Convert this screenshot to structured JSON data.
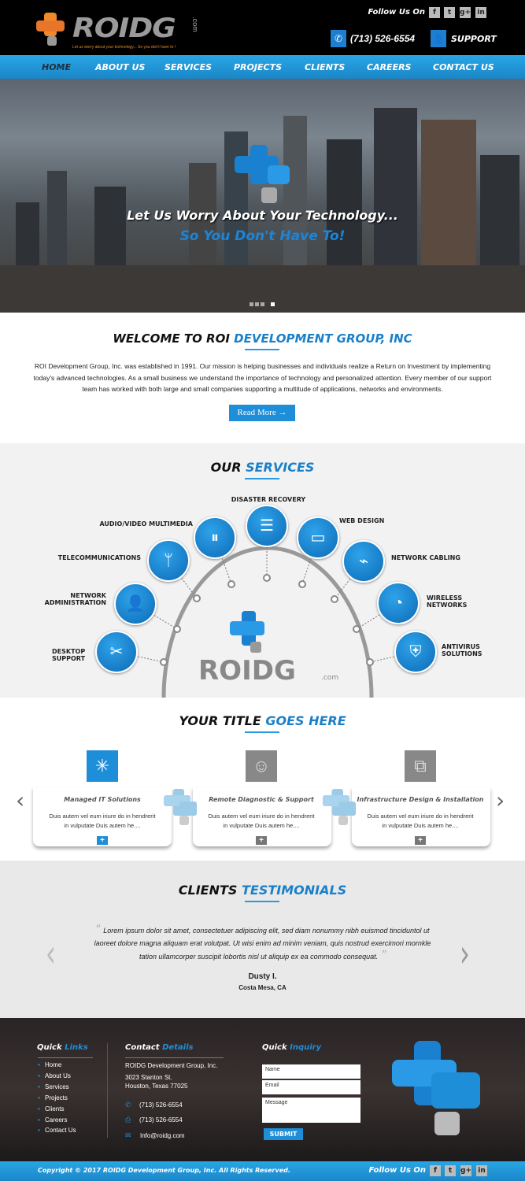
{
  "header": {
    "logo_text": "ROIDG",
    "logo_dotcom": ".com",
    "logo_tagline": "Let us worry about your technology... So you don't have to !",
    "follow_label": "Follow Us On",
    "social": [
      "f",
      "t",
      "g+",
      "in"
    ],
    "phone": "(713) 526-6554",
    "support": "SUPPORT"
  },
  "nav": {
    "items": [
      "HOME",
      "ABOUT US",
      "SERVICES",
      "PROJECTS",
      "CLIENTS",
      "CAREERS",
      "CONTACT  US"
    ],
    "active": "HOME"
  },
  "hero": {
    "line1": "Let Us Worry About Your Technology...",
    "line2": "So You Don't Have To!",
    "slides": 4,
    "active_slide": 4
  },
  "welcome": {
    "title_a": "WELCOME TO ROI",
    "title_b": "DEVELOPMENT GROUP, INC",
    "text": "ROI Development Group, Inc. was established in 1991. Our mission is helping businesses and individuals realize a Return on Investment by implementing today's advanced technologies. As a small business we understand the importance of technology and personalized attention.  Every member of our support team has worked with both large and small companies supporting a multitude of applications, networks and environments.",
    "button": "Read More →"
  },
  "services": {
    "title_a": "OUR",
    "title_b": "SERVICES",
    "center_logo": "ROIDG.com",
    "items": [
      {
        "label": "DESKTOP SUPPORT",
        "icon": "desktop-tools-icon"
      },
      {
        "label": "NETWORK ADMINISTRATION",
        "icon": "admin-user-icon"
      },
      {
        "label": "TELECOMMUNICATIONS",
        "icon": "antenna-icon"
      },
      {
        "label": "AUDIO/VIDEO MULTIMEDIA",
        "icon": "pause-icon"
      },
      {
        "label": "DISASTER RECOVERY",
        "icon": "server-icon"
      },
      {
        "label": "WEB DESIGN",
        "icon": "devices-icon"
      },
      {
        "label": "NETWORK CABLING",
        "icon": "cable-icon"
      },
      {
        "label": "WIRELESS NETWORKS",
        "icon": "router-icon"
      },
      {
        "label": "ANTIVIRUS SOLUTIONS",
        "icon": "shield-icon"
      }
    ]
  },
  "features": {
    "title_a": "YOUR TITLE",
    "title_b": "GOES HERE",
    "cards": [
      {
        "title": "Managed IT Solutions",
        "text": "Duis autem vel eum iriure do in hendrerit in vulputate Duis autem he....",
        "icon": "network-icon",
        "color": "#1f8ed8"
      },
      {
        "title": "Remote Diagnostic & Support",
        "text": "Duis autem vel eum iriure do in hendrerit in vulputate Duis autem he....",
        "icon": "support-agent-icon",
        "color": "#777777"
      },
      {
        "title": "Infrastructure Design & Installation",
        "text": "Duis autem vel eum iriure do in hendrerit in vulputate Duis autem he....",
        "icon": "puzzle-icon",
        "color": "#777777"
      }
    ],
    "plus": "+"
  },
  "testimonials": {
    "title_a": "CLIENTS",
    "title_b": "TESTIMONIALS",
    "quote": "Lorem ipsum dolor sit amet, consectetuer adipiscing elit, sed diam nonummy nibh euismod tinciduntol ut laoreet dolore magna aliquam erat volutpat. Ut wisi enim ad minim veniam, quis nostrud exercimori mornkle tation ullamcorper suscipit lobortis nisl ut aliquip ex ea commodo consequat.",
    "name": "Dusty I.",
    "location": "Costa Mesa, CA"
  },
  "footer": {
    "links_title_a": "Quick",
    "links_title_b": "Links",
    "links": [
      "Home",
      "About Us",
      "Services",
      "Projects",
      "Clients",
      "Careers",
      "Contact Us"
    ],
    "contact_title_a": "Contact",
    "contact_title_b": "Details",
    "company": "ROIDG Development Group, Inc.",
    "addr1": "3023 Stanton St.",
    "addr2": "Houston, Texas 77025",
    "phone": "(713) 526-6554",
    "fax": "(713) 526-6554",
    "email": "Info@roidg.com",
    "inquiry_title_a": "Quick",
    "inquiry_title_b": "Inquiry",
    "name_ph": "Name",
    "email_ph": "Email",
    "message_ph": "Message",
    "submit": "SUBMIT",
    "copyright": "Copyright © 2017 ROIDG Development Group, Inc. All Rights Reserved.",
    "follow_label": "Follow Us On"
  },
  "colors": {
    "accent": "#1f8ed8",
    "logo_orange": "#f0892a"
  }
}
